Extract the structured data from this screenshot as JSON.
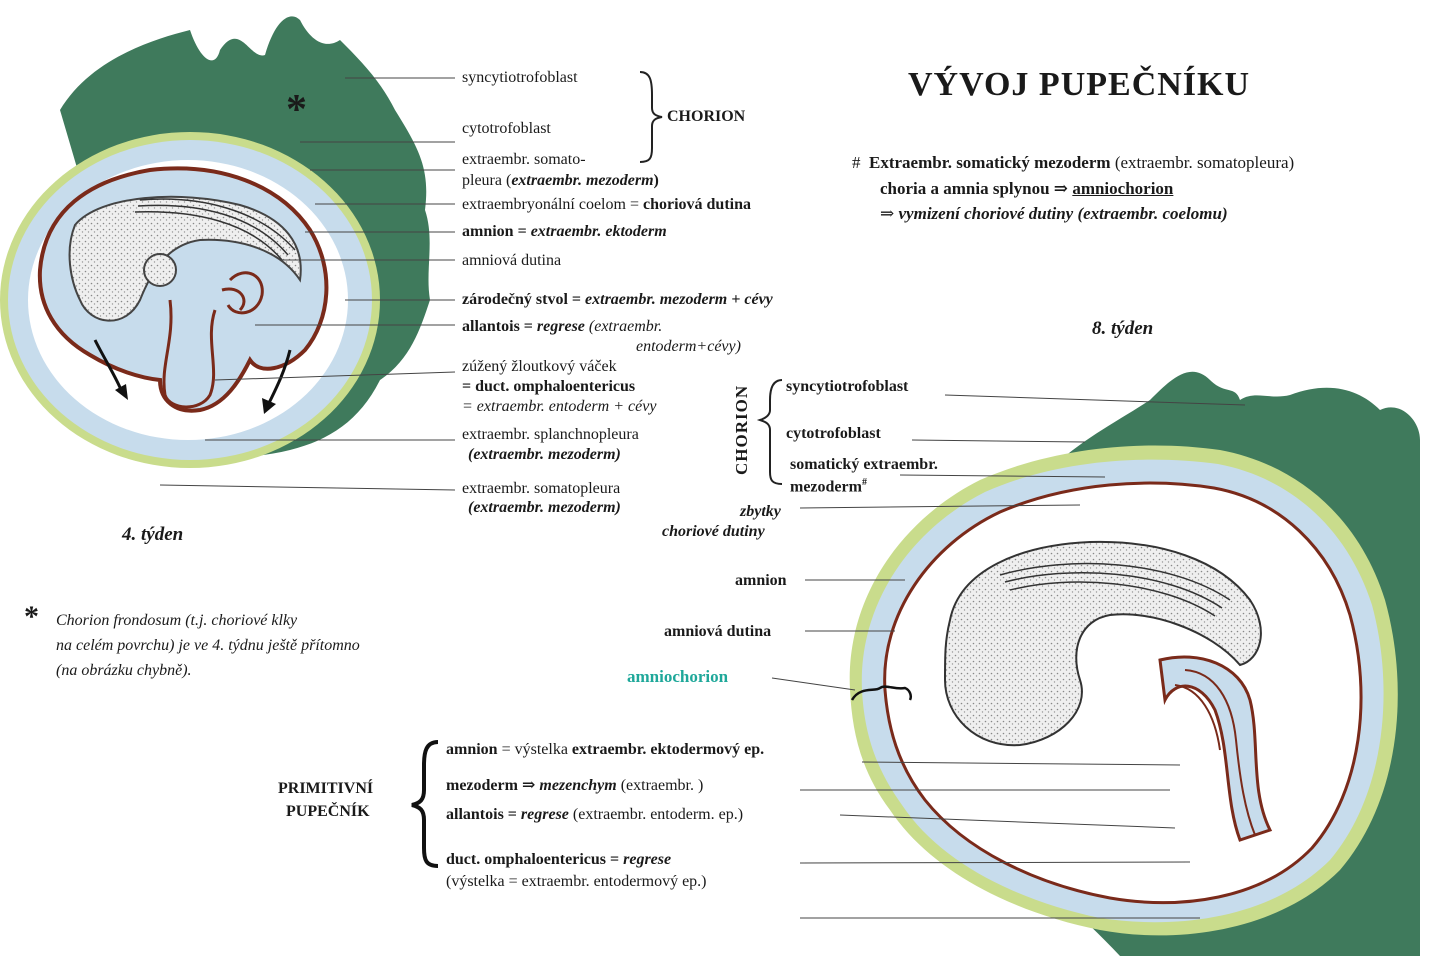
{
  "title": "VÝVOJ  PUPEČNÍKU",
  "left_diagram": {
    "week": "4. týden",
    "labels": {
      "syncytio": "syncytiotrofoblast",
      "chorion": "CHORION",
      "cyto": "cytotrofoblast",
      "somato1": "extraembr. somato-",
      "somato2a": "pleura (",
      "somato2b": "extraembr. mezoderm",
      "somato2c": ")",
      "coelom_a": "extraembryonální coelom = ",
      "coelom_b": "choriová dutina",
      "amnion_a": "amnion = ",
      "amnion_b": "extraembr. ektoderm",
      "amn_cavity": "amniová dutina",
      "stalk_a": "zárodečný stvol = ",
      "stalk_b": "extraembr. mezoderm + cévy",
      "allantois_a": "allantois = ",
      "allantois_b": "regrese",
      "allantois_c": " (extraembr.",
      "allantois_d": "entoderm+cévy)",
      "yolk1": "zúžený žloutkový váček",
      "yolk2": "= duct. omphaloentericus",
      "yolk3": "= extraembr. entoderm + cévy",
      "splanch1": "extraembr. splanchnopleura",
      "splanch2": "(extraembr. mezoderm)",
      "somato3": "extraembr. somatopleura",
      "somato4": "(extraembr. mezoderm)"
    }
  },
  "note": {
    "marker": "#",
    "line1a": "Extraembr. somatický mezoderm",
    "line1b": " (extraembr. somatopleura)",
    "line2a": "choria a amnia splynou ⇒ ",
    "line2b": "amniochorion",
    "line3a": "⇒ ",
    "line3b": "vymizení choriové dutiny (extraembr. coelomu)"
  },
  "footnote": {
    "star": "*",
    "line1": "Chorion frondosum (t.j. choriové klky",
    "line2": "na celém povrchu) je ve 4. týdnu ještě přítomno",
    "line3": "(na obrázku chybně)."
  },
  "right_diagram": {
    "week": "8. týden",
    "chorion_vertical": "CHORION",
    "labels": {
      "syncytio": "syncytiotrofoblast",
      "cyto": "cytotrofoblast",
      "somatic1": "somatický extraembr.",
      "somatic2": "mezoderm",
      "somatic_mark": "#",
      "zbytky1": "zbytky",
      "zbytky2": "choriové dutiny",
      "amnion": "amnion",
      "amn_cavity": "amniová dutina",
      "amniochorion": "amniochorion"
    }
  },
  "primitive_cord": {
    "head1": "PRIMITIVNÍ",
    "head2": "PUPEČNÍK",
    "amnion_a": "amnion",
    "amnion_b": " = výstelka ",
    "amnion_c": "extraembr. ektodermový ep.",
    "mezo_a": "mezoderm ⇒ ",
    "mezo_b": "mezenchym",
    "mezo_c": " (extraembr. )",
    "allant_a": "allantois = ",
    "allant_b": "regrese",
    "allant_c": " (extraembr. entoderm. ep.)",
    "duct_a": "duct. omphaloentericus = ",
    "duct_b": "regrese",
    "duct_c": "(výstelka = extraembr. entodermový ep.)"
  },
  "colors": {
    "villi_green": "#3f7a5c",
    "chorion_ring": "#c9dc8c",
    "fluid_blue": "#c7dcec",
    "membrane_brown": "#7a2a1a",
    "embryo_stipple": "#e4e4e4",
    "teal_label": "#1fa89a"
  }
}
